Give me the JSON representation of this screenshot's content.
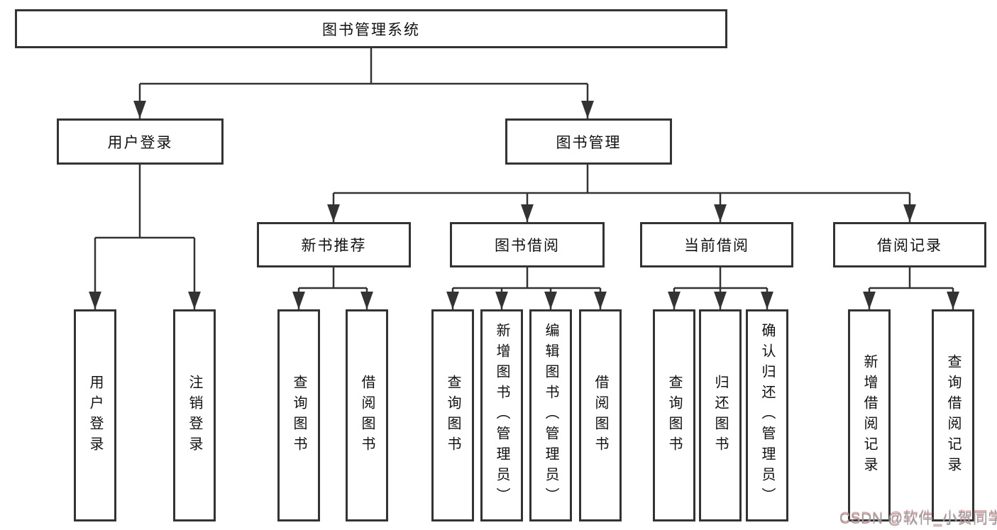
{
  "nodes": {
    "root": "图书管理系统",
    "user_login": "用户登录",
    "book_mgmt": "图书管理",
    "new_book_rec": "新书推荐",
    "book_borrow": "图书借阅",
    "current_borrow": "当前借阅",
    "borrow_records": "借阅记录",
    "ul_login": "用户登录",
    "ul_logout": "注销登录",
    "nb_query": "查询图书",
    "nb_borrow": "借阅图书",
    "bb_query": "查询图书",
    "bb_add": "新增图书（管理员）",
    "bb_edit": "编辑图书（管理员）",
    "bb_borrow": "借阅图书",
    "cb_query": "查询图书",
    "cb_return": "归还图书",
    "cb_confirm": "确认归还（管理员）",
    "br_add": "新增借阅记录",
    "br_query": "查询借阅记录"
  },
  "watermark": "CSDN @软件_小贺同学",
  "colors": {
    "line": "#333333",
    "box_border": "#333333",
    "text": "#111111",
    "background": "#ffffff",
    "watermark_gray": "#9c9c9c",
    "watermark_red": "#db8288"
  }
}
